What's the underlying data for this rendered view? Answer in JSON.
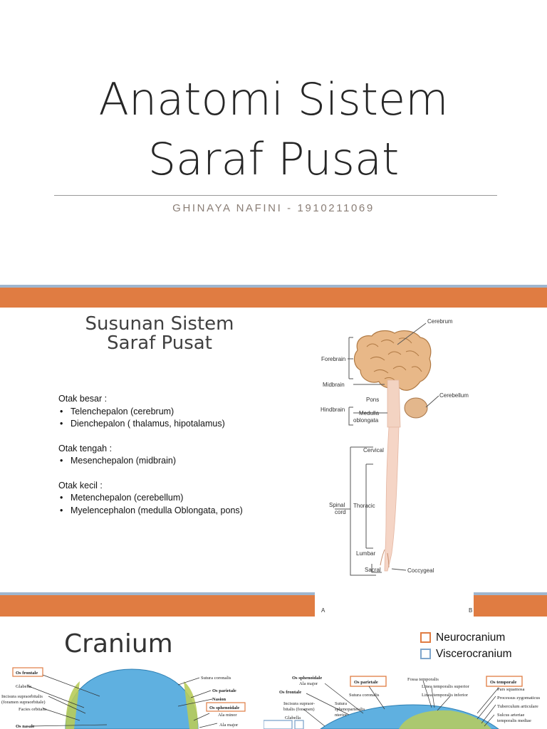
{
  "slide1": {
    "title_line1": "Anatomi Sistem",
    "title_line2": "Saraf Pusat",
    "subtitle": "GHINAYA NAFINI - 1910211069"
  },
  "slide2": {
    "title_line1": "Susunan Sistem",
    "title_line2": "Saraf Pusat",
    "groups": [
      {
        "heading": "Otak besar :",
        "items": [
          "Telenchepalon (cerebrum)",
          "Dienchepalon ( thalamus, hipotalamus)"
        ]
      },
      {
        "heading": "Otak tengah :",
        "items": [
          "Mesenchepalon (midbrain)"
        ]
      },
      {
        "heading": "Otak kecil :",
        "items": [
          "Metenchepalon (cerebellum)",
          "Myelencephalon (medulla Oblongata, pons)"
        ]
      }
    ],
    "figure": {
      "cerebrum": "Cerebrum",
      "forebrain": "Forebrain",
      "midbrain": "Midbrain",
      "pons": "Pons",
      "cerebellum": "Cerebellum",
      "hindbrain": "Hindbrain",
      "medulla_1": "Medulla",
      "medulla_2": "oblongata",
      "cervical": "Cervical",
      "spinal_1": "Spinal",
      "spinal_2": "cord",
      "thoracic": "Thoracic",
      "lumbar": "Lumbar",
      "sacral": "Sacral",
      "coccygeal": "Coccygeal"
    },
    "panel_labels": {
      "a": "A",
      "b": "B"
    }
  },
  "slide3": {
    "title": "Cranium",
    "legend": [
      {
        "label": "Neurocranium",
        "color": "#e07c42"
      },
      {
        "label": "Viscerocranium",
        "color": "#7fa6cc"
      }
    ],
    "skull_front_labels": {
      "os_frontale": "Os frontale",
      "glabella": "Glabella",
      "incisura_1": "Incisura supraorbitalis",
      "incisura_2": "(foramen supraorbitale)",
      "facies": "Facies orbitalis",
      "os_nasale": "Os nasale",
      "sutura_coronalis": "Sutura coronalis",
      "os_parietale": "Os parietale",
      "nasion": "Nasion",
      "os_sphenoidale": "Os sphenoidale",
      "ala_minor": "Ala minor",
      "ala_major": "Ala major"
    },
    "skull_side_labels": {
      "os_sphenoidale": "Os sphenoidale",
      "ala_major": "Ala major",
      "os_frontale": "Os frontale",
      "os_parietale": "Os parietale",
      "sutura_coronalis": "Sutura coronalis",
      "incisura_1": "Incisura supraor-",
      "incisura_2": "bitalis (foramen)",
      "glabella": "Glabella",
      "sutura_sp_1": "Sutura",
      "sutura_sp_2": "sphenoparietalis",
      "sutura_sp_3": "nterior",
      "fossa_temporalis": "Fossa temporalis",
      "linea_sup": "Linea temporalis superior",
      "linea_inf": "Linea temporalis inferior",
      "os_temporale": "Os temporale",
      "pars_squamosa": "Pars squamosa",
      "processus": "Processus zygomaticus",
      "tuberculum": "Tuberculum articulare",
      "sulcus_1": "Sulcus arteriae",
      "sulcus_2": "temporalis mediae"
    }
  }
}
